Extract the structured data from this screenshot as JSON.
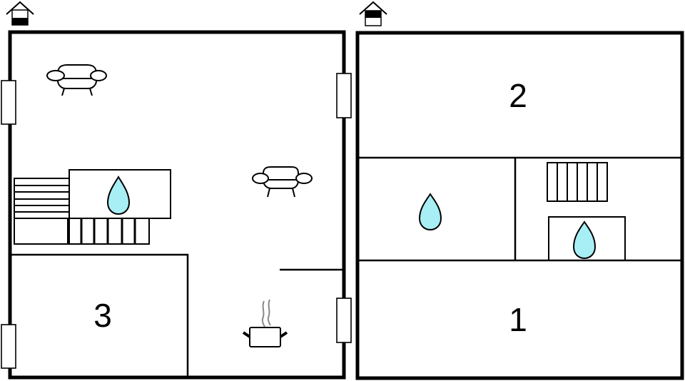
{
  "floors": [
    {
      "name": "ground-floor",
      "marker": {
        "icon": "house-ground-floor-icon",
        "filled_part": "bottom"
      },
      "rooms": [
        {
          "id": "living-area",
          "label": ""
        },
        {
          "id": "bathroom",
          "label": "",
          "icon": "water-drop-icon"
        },
        {
          "id": "bedroom-3",
          "label": "3"
        },
        {
          "id": "kitchen",
          "label": "",
          "icon": "cooking-pot-icon"
        }
      ],
      "furniture": [
        "armchair-icon",
        "armchair-icon",
        "cooking-pot-icon",
        "staircase"
      ]
    },
    {
      "name": "upper-floor",
      "marker": {
        "icon": "house-upper-floor-icon",
        "filled_part": "top"
      },
      "rooms": [
        {
          "id": "bedroom-2",
          "label": "2"
        },
        {
          "id": "bathroom-left",
          "label": "",
          "icon": "water-drop-icon"
        },
        {
          "id": "landing",
          "label": "",
          "icon": "staircase"
        },
        {
          "id": "bathroom-right",
          "label": "",
          "icon": "water-drop-icon"
        },
        {
          "id": "bedroom-1",
          "label": "1"
        }
      ]
    }
  ],
  "colors": {
    "wall": "#000000",
    "water": "#a8eef5",
    "steam": "#888888",
    "background": "#ffffff"
  }
}
